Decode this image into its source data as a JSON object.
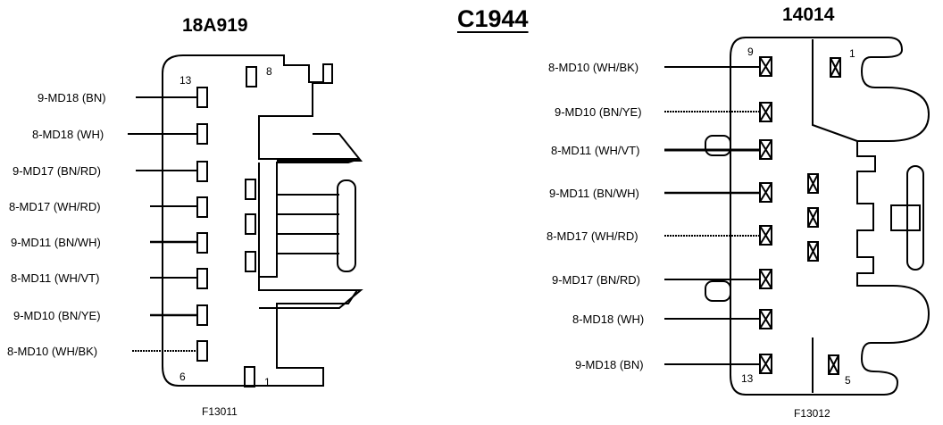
{
  "diagram": {
    "title": "C1944",
    "left_connector": {
      "header": "18A919",
      "figure": "F13011",
      "pin_labels": [
        "13",
        "8",
        "6",
        "1"
      ],
      "wires": [
        "9-MD18 (BN)",
        "8-MD18 (WH)",
        "9-MD17 (BN/RD)",
        "8-MD17 (WH/RD)",
        "9-MD11 (BN/WH)",
        "8-MD11 (WH/VT)",
        "9-MD10 (BN/YE)",
        "8-MD10 (WH/BK)"
      ]
    },
    "right_connector": {
      "header": "14014",
      "figure": "F13012",
      "pin_labels": [
        "9",
        "1",
        "13",
        "5"
      ],
      "wires": [
        "8-MD10 (WH/BK)",
        "9-MD10 (BN/YE)",
        "8-MD11 (WH/VT)",
        "9-MD11 (BN/WH)",
        "8-MD17 (WH/RD)",
        "9-MD17 (BN/RD)",
        "8-MD18 (WH)",
        "9-MD18 (BN)"
      ]
    }
  }
}
